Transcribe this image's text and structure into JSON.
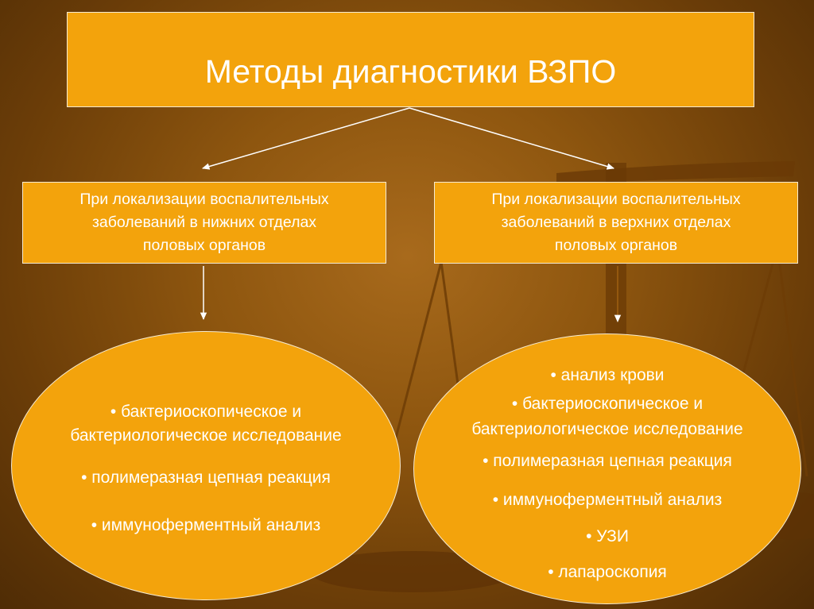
{
  "title": "Методы диагностики ВЗПО",
  "left_category": {
    "lines": [
      "При локализации воспалительных",
      "заболеваний в нижних отделах",
      "половых органов"
    ]
  },
  "right_category": {
    "lines": [
      "При локализации воспалительных",
      "заболеваний в верхних отделах",
      "половых органов"
    ]
  },
  "left_methods": [
    "• бактериоскопическое и",
    "бактериологическое исследование",
    "• полимеразная цепная реакция",
    "• иммуноферментный анализ"
  ],
  "right_methods": [
    "• анализ крови",
    "• бактериоскопическое и",
    "бактериологическое исследование",
    "• полимеразная цепная реакция",
    "•  иммуноферментный анализ",
    "• УЗИ",
    "• лапароскопия"
  ],
  "colors": {
    "box_fill": "#f3a30c",
    "border": "#f6ead0",
    "text": "#ffffff",
    "background": "#8e560f"
  }
}
